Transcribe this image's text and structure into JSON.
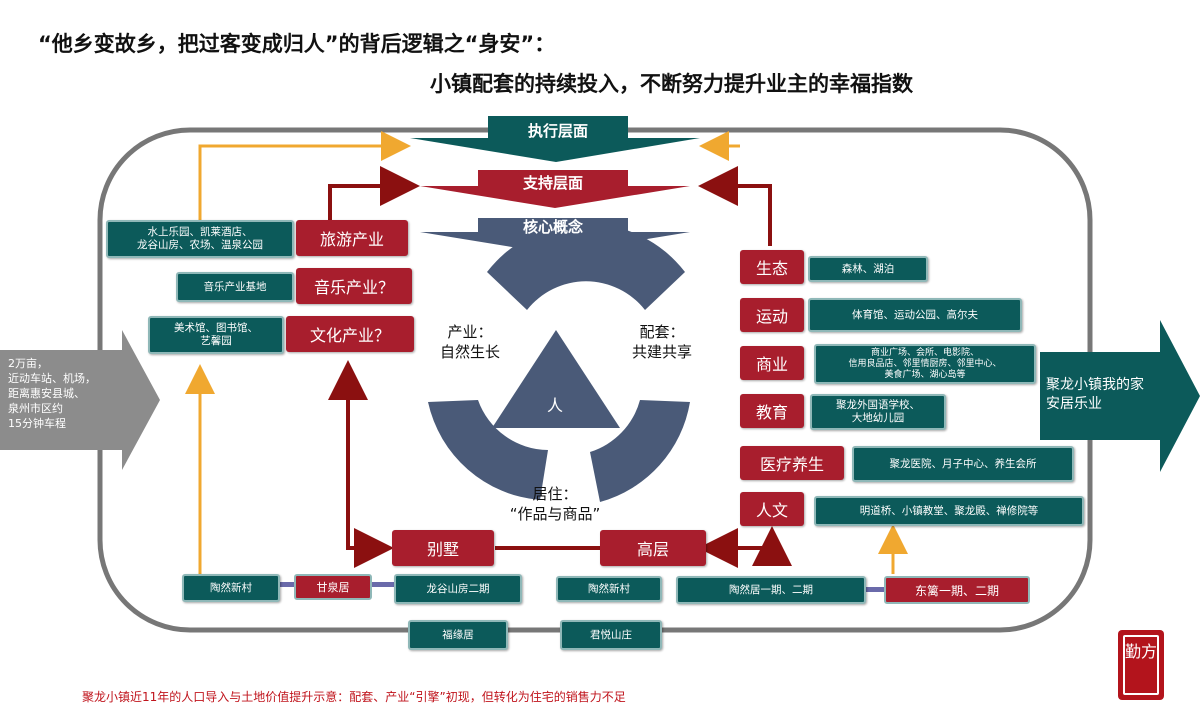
{
  "title": {
    "line1": "“他乡变故乡，把过客变成归人”的背后逻辑之“身安”：",
    "line2": "小镇配套的持续投入，不断努力提升业主的幸福指数"
  },
  "banners": {
    "execution": "执行层面",
    "support": "支持层面",
    "core": "核心概念"
  },
  "center": {
    "industry": [
      "产业：",
      "自然生长"
    ],
    "facilities": [
      "配套：",
      "共建共享"
    ],
    "person": "人",
    "living": [
      "居住：",
      "“作品与商品”"
    ]
  },
  "industries": [
    {
      "label": "旅游产业",
      "detail": [
        "水上乐园、凯莱酒店、",
        "龙谷山房、农场、温泉公园"
      ]
    },
    {
      "label": "音乐产业？",
      "detail": [
        "音乐产业基地"
      ]
    },
    {
      "label": "文化产业？",
      "detail": [
        "美术馆、图书馆、",
        "艺馨园"
      ]
    }
  ],
  "facilities": [
    {
      "label": "生态",
      "detail": [
        "森林、湖泊"
      ]
    },
    {
      "label": "运动",
      "detail": [
        "体育馆、运动公园、高尔夫"
      ]
    },
    {
      "label": "商业",
      "detail": [
        "商业广场、会所、电影院、",
        "信用良品店、邻里情厨房、邻里中心、",
        "美食广场、湖心岛等"
      ]
    },
    {
      "label": "教育",
      "detail": [
        "聚龙外国语学校、",
        "大地幼儿园"
      ]
    },
    {
      "label": "医疗养生",
      "detail": [
        "聚龙医院、月子中心、养生会所"
      ]
    },
    {
      "label": "人文",
      "detail": [
        "明道桥、小镇教堂、聚龙殿、禅修院等"
      ]
    }
  ],
  "housing": {
    "villa": "别墅",
    "highrise": "高层"
  },
  "projects": {
    "taoran_village_1": "陶然新村",
    "ganquan": "甘泉居",
    "longgu_phase2": "龙谷山房二期",
    "taoran_village_2": "陶然新村",
    "taoran_phase": "陶然居一期、二期",
    "dongyun": "东篱一期、二期",
    "fuyuan": "福缘居",
    "junyue": "君悦山庄"
  },
  "left_arrow": [
    "2万亩，",
    "近动车站、机场，",
    "距离惠安县城、",
    "泉州市区约",
    "15分钟车程"
  ],
  "right_arrow": [
    "聚龙小镇我的家",
    "安居乐业"
  ],
  "seal": "勤方",
  "footer": "聚龙小镇近11年的人口导入与土地价值提升示意：配套、产业“引擎”初现，但转化为住宅的销售力不足",
  "colors": {
    "teal": "#0c5a5a",
    "red": "#a81e2d",
    "slate": "#4a5a78",
    "orange": "#f0a830",
    "darkred": "#8b1010"
  }
}
